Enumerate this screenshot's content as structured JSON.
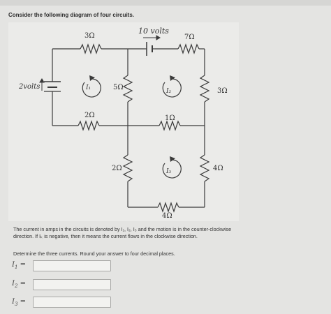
{
  "question": {
    "intro": "Consider the following diagram of four circuits.",
    "description_line1": "The current in amps in the circuits is denoted by I₁, I₂, I₃ and the motion is in the counter-clockwise",
    "description_line2": "direction. If Iₖ is negative, then it means the current flows in the clockwise direction.",
    "instruction": "Determine the three currents.  Round your answer to four decimal places."
  },
  "circuit": {
    "labels": {
      "r_top_left": "3Ω",
      "battery_top": "10 volts",
      "r_top_right": "7Ω",
      "battery_left": "2volts",
      "loop1": "I₁",
      "r_middle": "5Ω",
      "loop2": "I₂",
      "r_right_upper": "3Ω",
      "r_mid_left": "2Ω",
      "r_mid_right": "1Ω",
      "r_lower_left": "2Ω",
      "loop3": "I₃",
      "r_lower_right": "4Ω",
      "r_bottom": "4Ω"
    }
  },
  "answers": [
    {
      "label": "I",
      "sub": "1",
      "value": ""
    },
    {
      "label": "I",
      "sub": "2",
      "value": ""
    },
    {
      "label": "I",
      "sub": "3",
      "value": ""
    }
  ]
}
